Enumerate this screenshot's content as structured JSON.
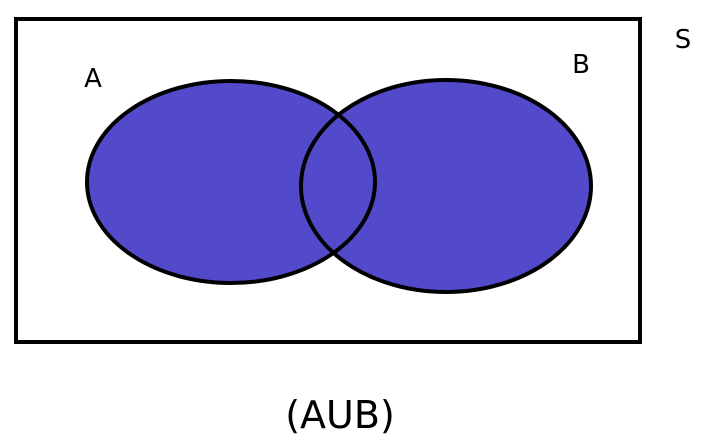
{
  "diagram": {
    "universe_label": "S",
    "set_a_label": "A",
    "set_b_label": "B",
    "caption": "(AUB)"
  },
  "colors": {
    "fill": "#524acb",
    "stroke": "#000000",
    "background": "#ffffff"
  }
}
